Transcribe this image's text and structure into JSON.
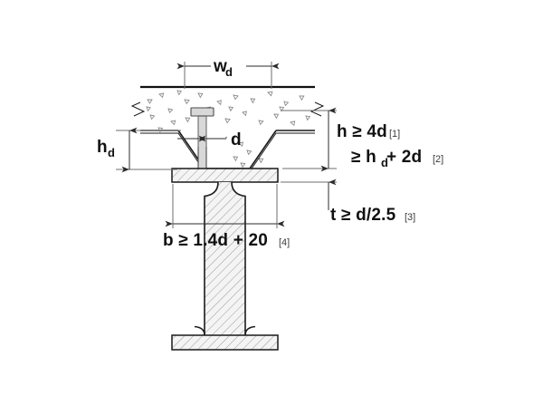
{
  "diagram": {
    "title": "Composite beam shear stud detail",
    "type": "engineering-section-drawing",
    "background_color": "#ffffff",
    "line_color": "#1a1a1a",
    "steel_fill_color": "#f2f2f2",
    "dimension_color": "#2b2b2b",
    "components": {
      "concrete_slab": "concrete-slab",
      "profiled_decking": "profiled-steel-decking",
      "decking_rib": "trapezoidal-rib",
      "shear_stud": "headed-shear-stud",
      "steel_beam": "steel-i-beam",
      "top_flange": "beam-top-flange",
      "bottom_flange": "beam-bottom-flange",
      "web": "beam-web"
    }
  },
  "dimensions": {
    "wd": {
      "symbol": "w",
      "subscript": "d",
      "name": "decking-rib-width",
      "orientation": "horizontal",
      "position": "top"
    },
    "hd": {
      "symbol": "h",
      "subscript": "d",
      "name": "decking-rib-height",
      "orientation": "vertical",
      "position": "left"
    },
    "d": {
      "symbol": "d",
      "name": "stud-shank-diameter",
      "orientation": "horizontal",
      "position": "center"
    }
  },
  "annotations": [
    {
      "id": "h-min-1",
      "name": "stud-height-condition-1",
      "main": "h ≥ 4d",
      "symbol": "h",
      "operator": "≥",
      "expression": "4d",
      "ref": "[1]",
      "position": "right"
    },
    {
      "id": "h-min-2",
      "name": "stud-height-condition-2",
      "main": "≥ h",
      "subscript": "d",
      "tail": "+ 2d",
      "operator": "≥",
      "expression": "h_d + 2d",
      "ref": "[2]",
      "position": "right"
    },
    {
      "id": "t-min",
      "name": "flange-thickness-condition",
      "main": "t ≥ d/2.5",
      "symbol": "t",
      "operator": "≥",
      "expression": "d/2.5",
      "ref": "[3]",
      "position": "right"
    },
    {
      "id": "b-min",
      "name": "flange-width-condition",
      "main": "b ≥ 1.4d + 20",
      "symbol": "b",
      "operator": "≥",
      "expression": "1.4d + 20",
      "ref": "[4]",
      "position": "bottom"
    }
  ]
}
